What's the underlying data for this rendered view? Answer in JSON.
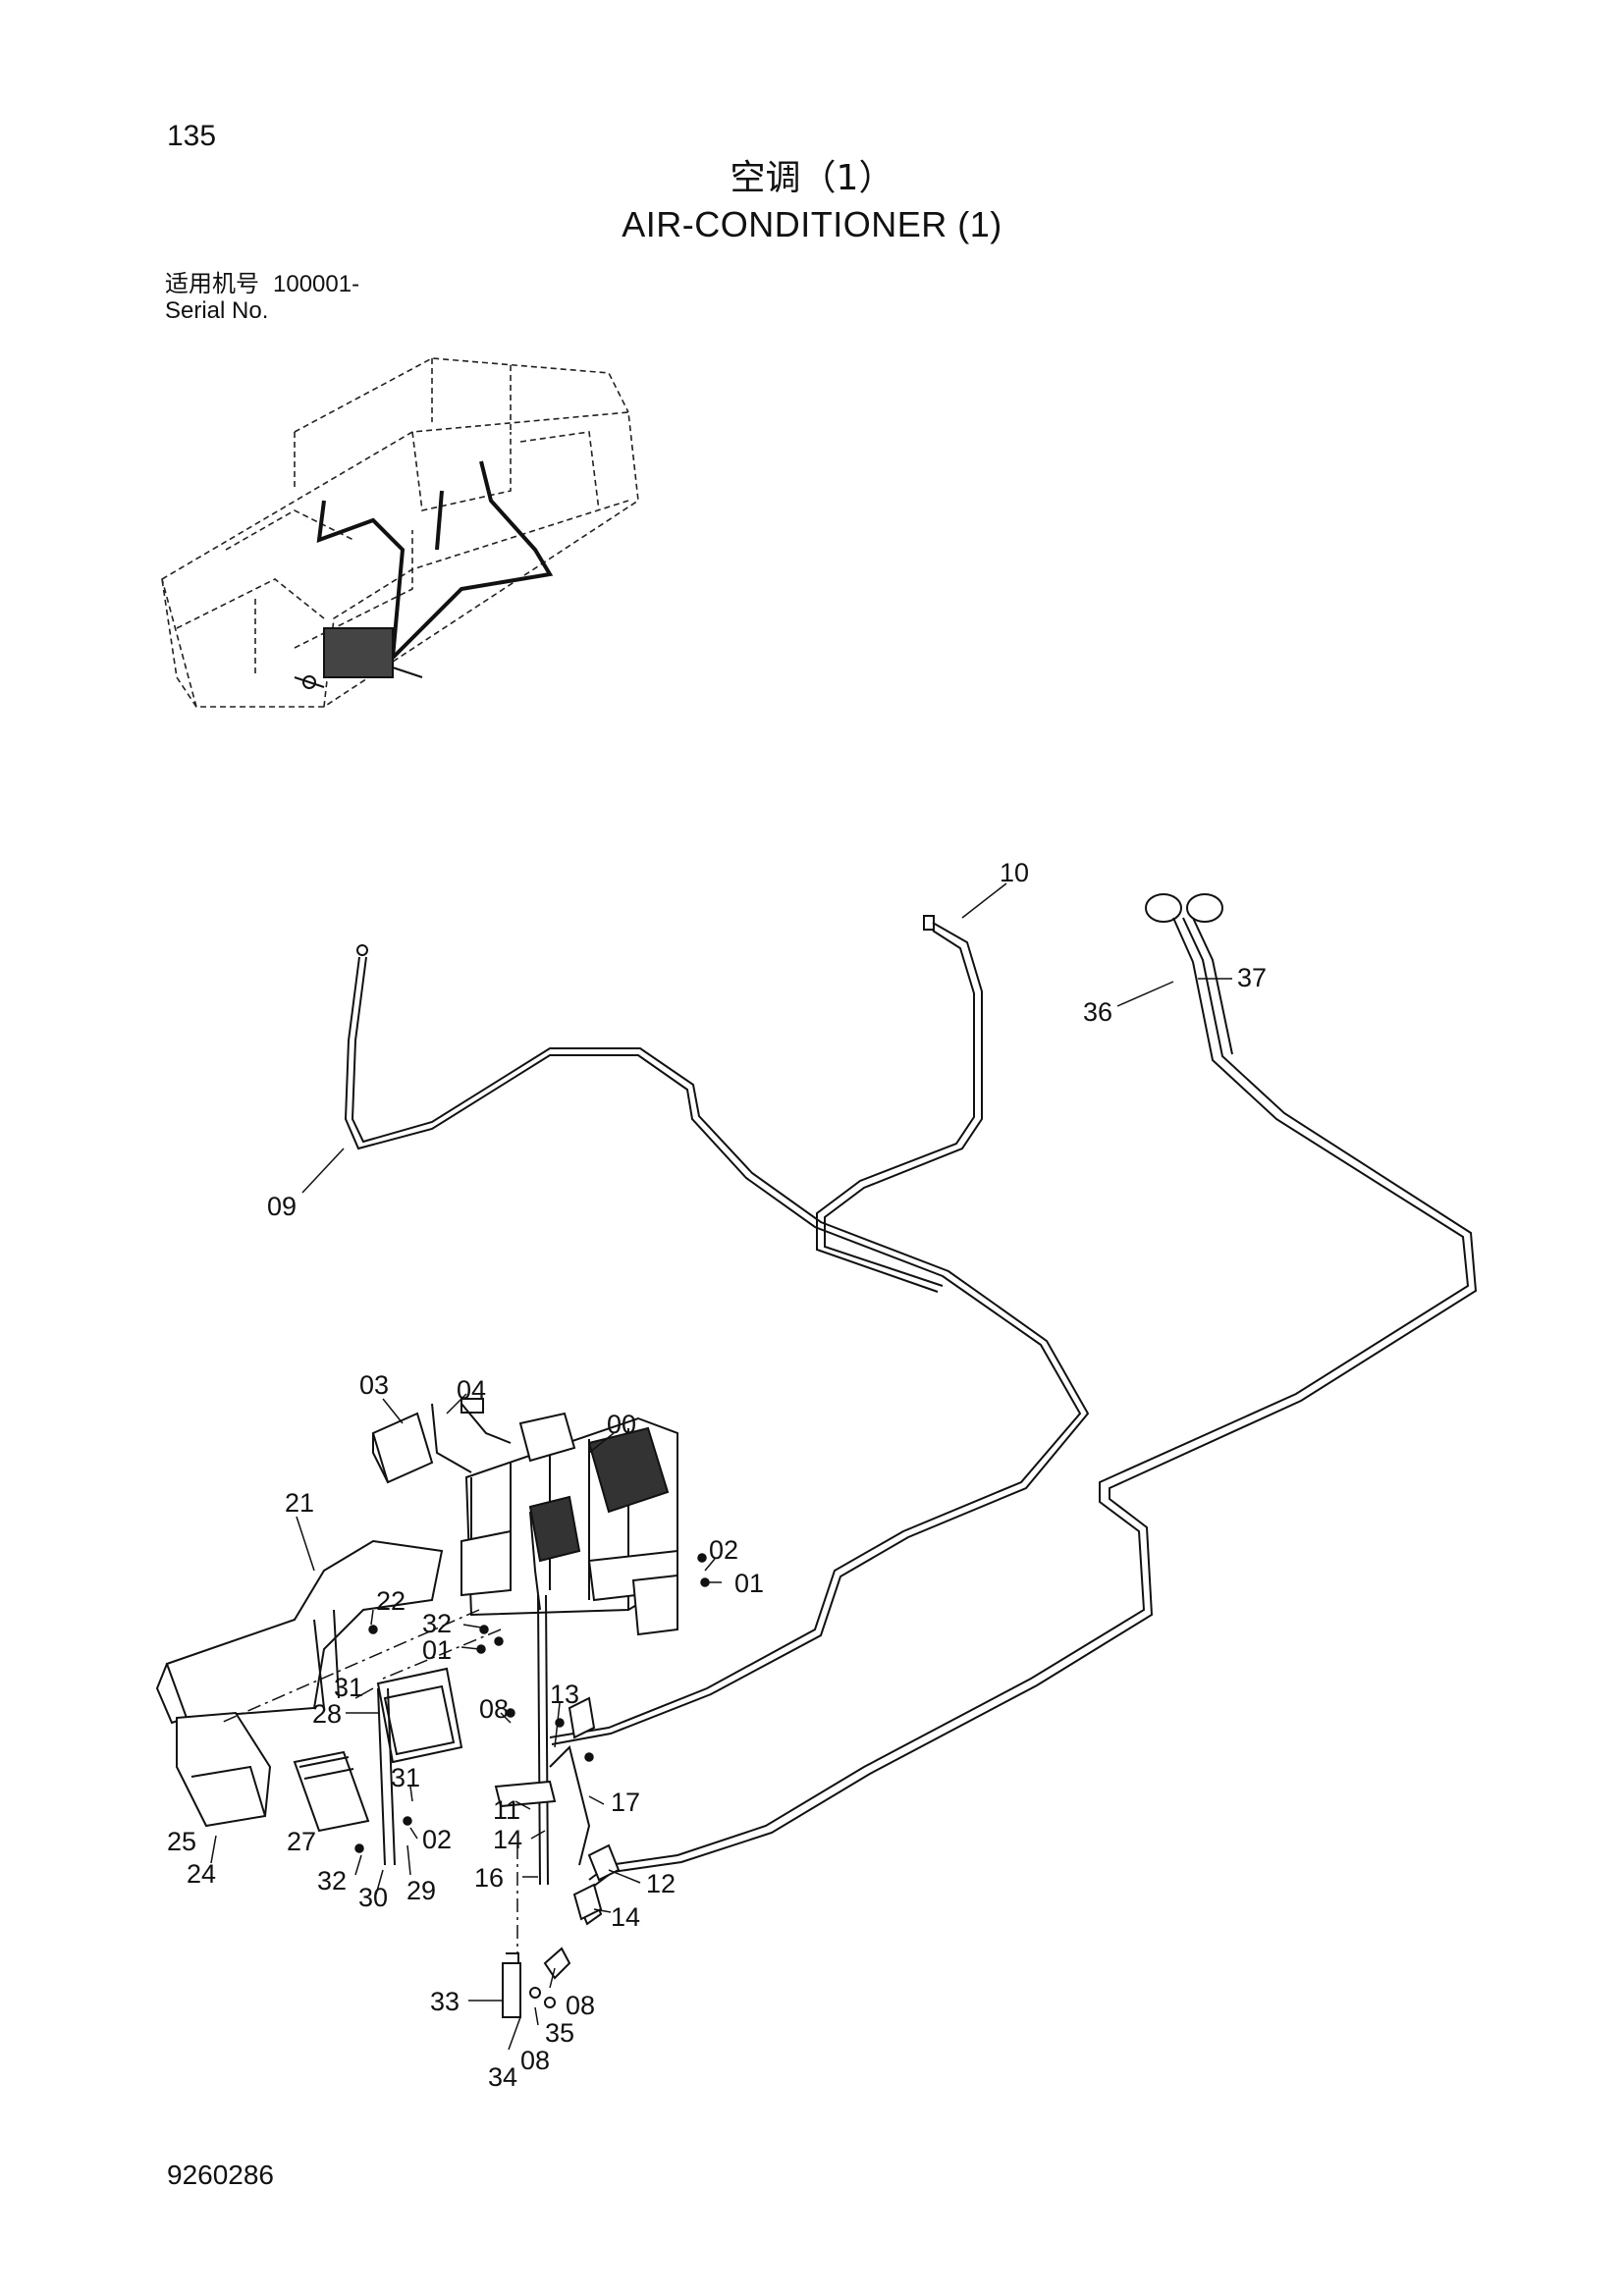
{
  "header": {
    "page_number": "135",
    "title_cn": "空调（1）",
    "title_en": "AIR-CONDITIONER (1)",
    "serial_label_cn": "适用机号",
    "serial_value": "100001-",
    "serial_label_en": "Serial No."
  },
  "callouts": {
    "c10": "10",
    "c37": "37",
    "c36": "36",
    "c09": "09",
    "c03": "03",
    "c04": "04",
    "c00": "00",
    "c21": "21",
    "c02a": "02",
    "c01a": "01",
    "c22": "22",
    "c32a": "32",
    "c01b": "01",
    "c31a": "31",
    "c28": "28",
    "c08a": "08",
    "c13": "13",
    "c31b": "31",
    "c17": "17",
    "c11": "11",
    "c25": "25",
    "c24": "24",
    "c27": "27",
    "c02b": "02",
    "c14a": "14",
    "c32b": "32",
    "c30": "30",
    "c29": "29",
    "c16": "16",
    "c12": "12",
    "c14b": "14",
    "c33": "33",
    "c08b": "08",
    "c35": "35",
    "c08c": "08",
    "c34": "34"
  },
  "footer": {
    "drawing_number": "9260286"
  }
}
